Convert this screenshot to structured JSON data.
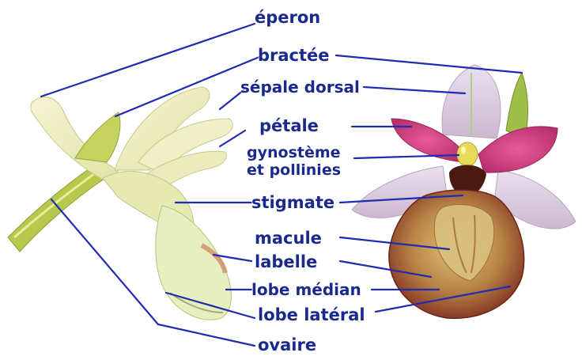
{
  "colors": {
    "label": "#1a2a8c",
    "leader": "#1f2bb0",
    "side_cream": "#eef0c0",
    "side_green": "#b9c94a",
    "sepal_lilac": "#d9c7dc",
    "petal_magenta": "#d63f86",
    "lip_brown": "#8a3526",
    "lip_tan": "#c7a05a"
  },
  "labels": {
    "eperon": "éperon",
    "bractee": "bractée",
    "sepale_dorsal": "sépale dorsal",
    "petale": "pétale",
    "gynosteme_1": "gynostème",
    "gynosteme_2": "et pollinies",
    "stigmate": "stigmate",
    "macule": "macule",
    "labelle": "labelle",
    "lobe_median": "lobe médian",
    "lobe_lateral": "lobe latéral",
    "ovaire": "ovaire"
  }
}
